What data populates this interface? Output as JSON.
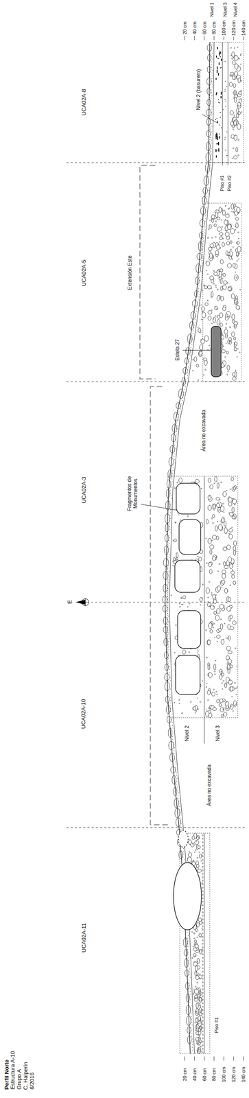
{
  "diagram": {
    "title": "Perfil Norte",
    "labels": [
      "Estructura A-10",
      "Grupo A",
      "C. Halperin",
      "6/2016",
      "20 cm",
      "40 cm",
      "60 cm",
      "Nivel 1",
      "80 cm",
      "Nivel 3",
      "100 cm",
      "Nivel 4",
      "120 cm",
      "140 cm",
      "UCA02A-8",
      "Nivel 2 (basurero)",
      "Piso #1",
      "Piso #2",
      "Extensión Este",
      "UCA02A-5",
      "Estela 27",
      "Fragmentos de Monumentos",
      "Área no excavada",
      "UCA02A-3",
      "E",
      "UCA02A-10",
      "Nivel 2",
      "Nivel 3",
      "Área no excavada",
      "UCA02A-11",
      "Piso #1",
      "20 cm",
      "40 cm",
      "60 cm",
      "80 cm",
      "100 cm",
      "120 cm",
      "140 cm"
    ]
  }
}
